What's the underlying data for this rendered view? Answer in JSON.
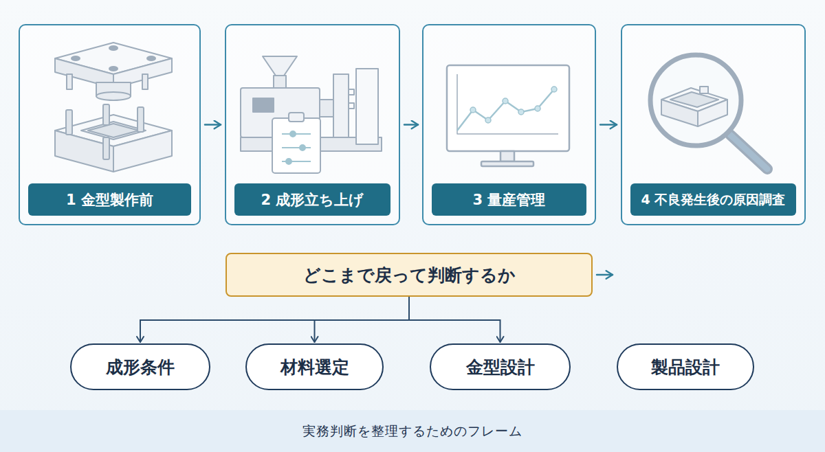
{
  "diagram": {
    "caption": "実務判断を整理するためのフレーム",
    "nodes": [
      {
        "text": [
          "1 金型製作前"
        ]
      },
      {
        "text": [
          "2 成形立ち上げ"
        ]
      },
      {
        "text": [
          "3 量産管理"
        ]
      },
      {
        "text": [
          "4 不良発生後の原因調査"
        ]
      },
      {
        "text": [
          "どこまで戻って判断するか"
        ]
      },
      {
        "text": [
          "成形条件"
        ]
      },
      {
        "text": [
          "材料選定"
        ]
      },
      {
        "text": [
          "金型設計"
        ]
      },
      {
        "text": [
          "製品設計"
        ]
      }
    ],
    "edges": [
      {
        "from": 0,
        "to": 1,
        "arrow": "to"
      },
      {
        "from": 1,
        "to": 2,
        "arrow": "to"
      },
      {
        "from": 2,
        "to": 3,
        "arrow": "to"
      },
      {
        "from": 4,
        "to": 5,
        "arrow": "to"
      },
      {
        "from": 4,
        "to": 6,
        "arrow": "to"
      },
      {
        "from": 4,
        "to": 7,
        "arrow": "to"
      },
      {
        "from": 4,
        "to": 8,
        "arrow": "to"
      }
    ]
  }
}
